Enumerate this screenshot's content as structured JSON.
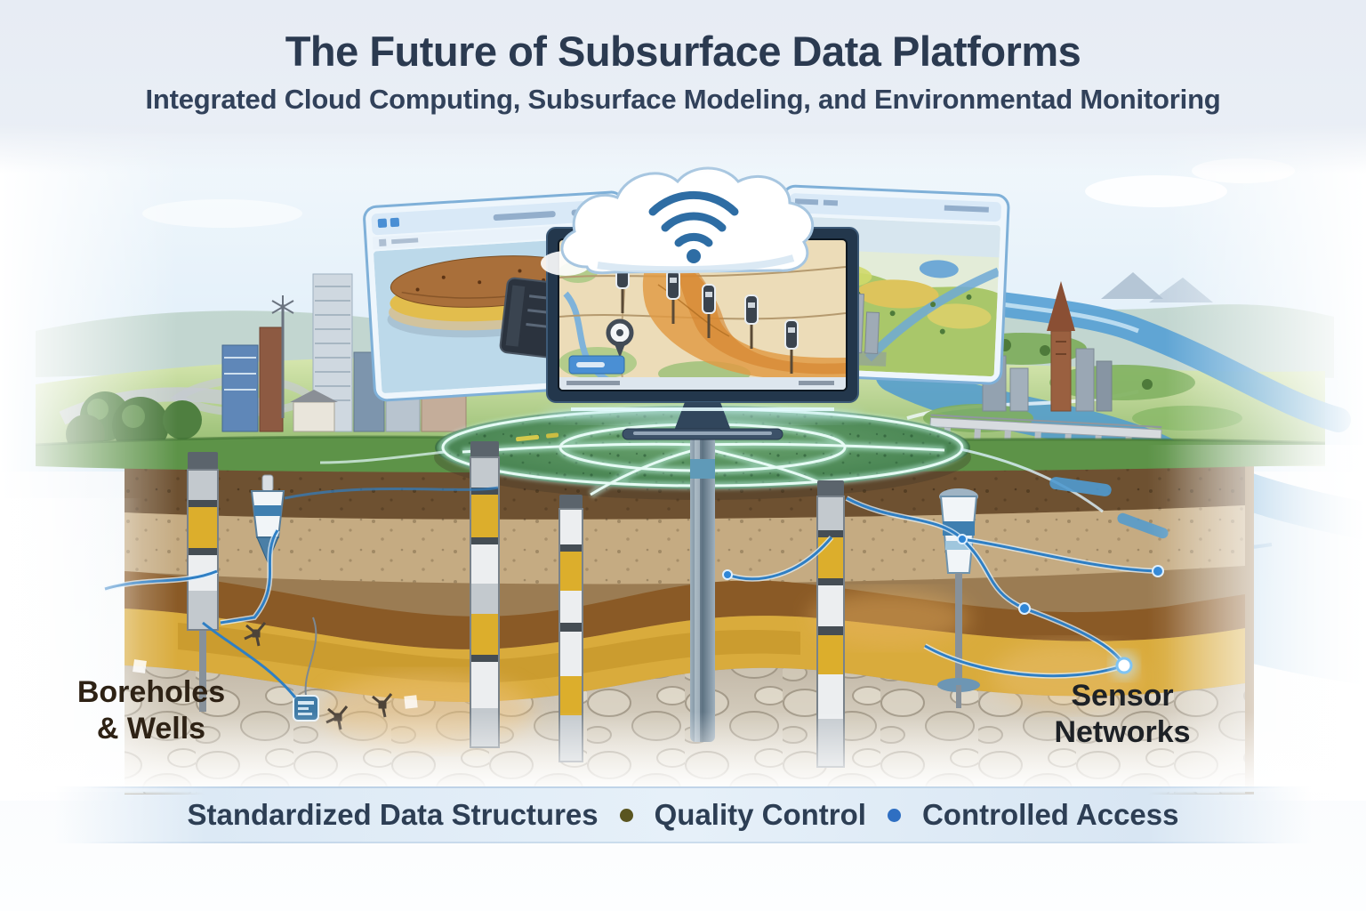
{
  "header": {
    "title": "The Future of Subsurface Data Platforms",
    "subtitle": "Integrated Cloud Computing, Subsurface Modeling, and Environmentad Monitoring"
  },
  "diagram_labels": {
    "boreholes_wells": {
      "line1": "Boreholes",
      "line2": "& Wells"
    },
    "sensor_networks": {
      "line1": "Sensor",
      "line2": "Networks"
    }
  },
  "footer": {
    "items": [
      "Standardized Data Structures",
      "Quality Control",
      "Controlled Access"
    ]
  },
  "icons": {
    "cloud": "cloud-icon",
    "wifi": "wifi-icon",
    "map_pin": "map-pin-icon",
    "monitor": "monitor-screen",
    "borehole": "borehole-casing",
    "sensor_probe": "sensor-probe"
  },
  "colors": {
    "title_text": "#2b3a50",
    "page_background": "#e9eef5",
    "footer_bar": "#dbe8f5",
    "footer_text": "#2d3e54",
    "bullet_olive": "#5a5520",
    "bullet_blue": "#2f6fc2",
    "wifi_blue": "#2e6da4",
    "platform_green": "#4c8a57",
    "soil_brown": "#8a6c46",
    "ochre_layer": "#d9ab3c",
    "river_blue": "#4f9ad0",
    "cable_blue": "#2f7fc4"
  }
}
